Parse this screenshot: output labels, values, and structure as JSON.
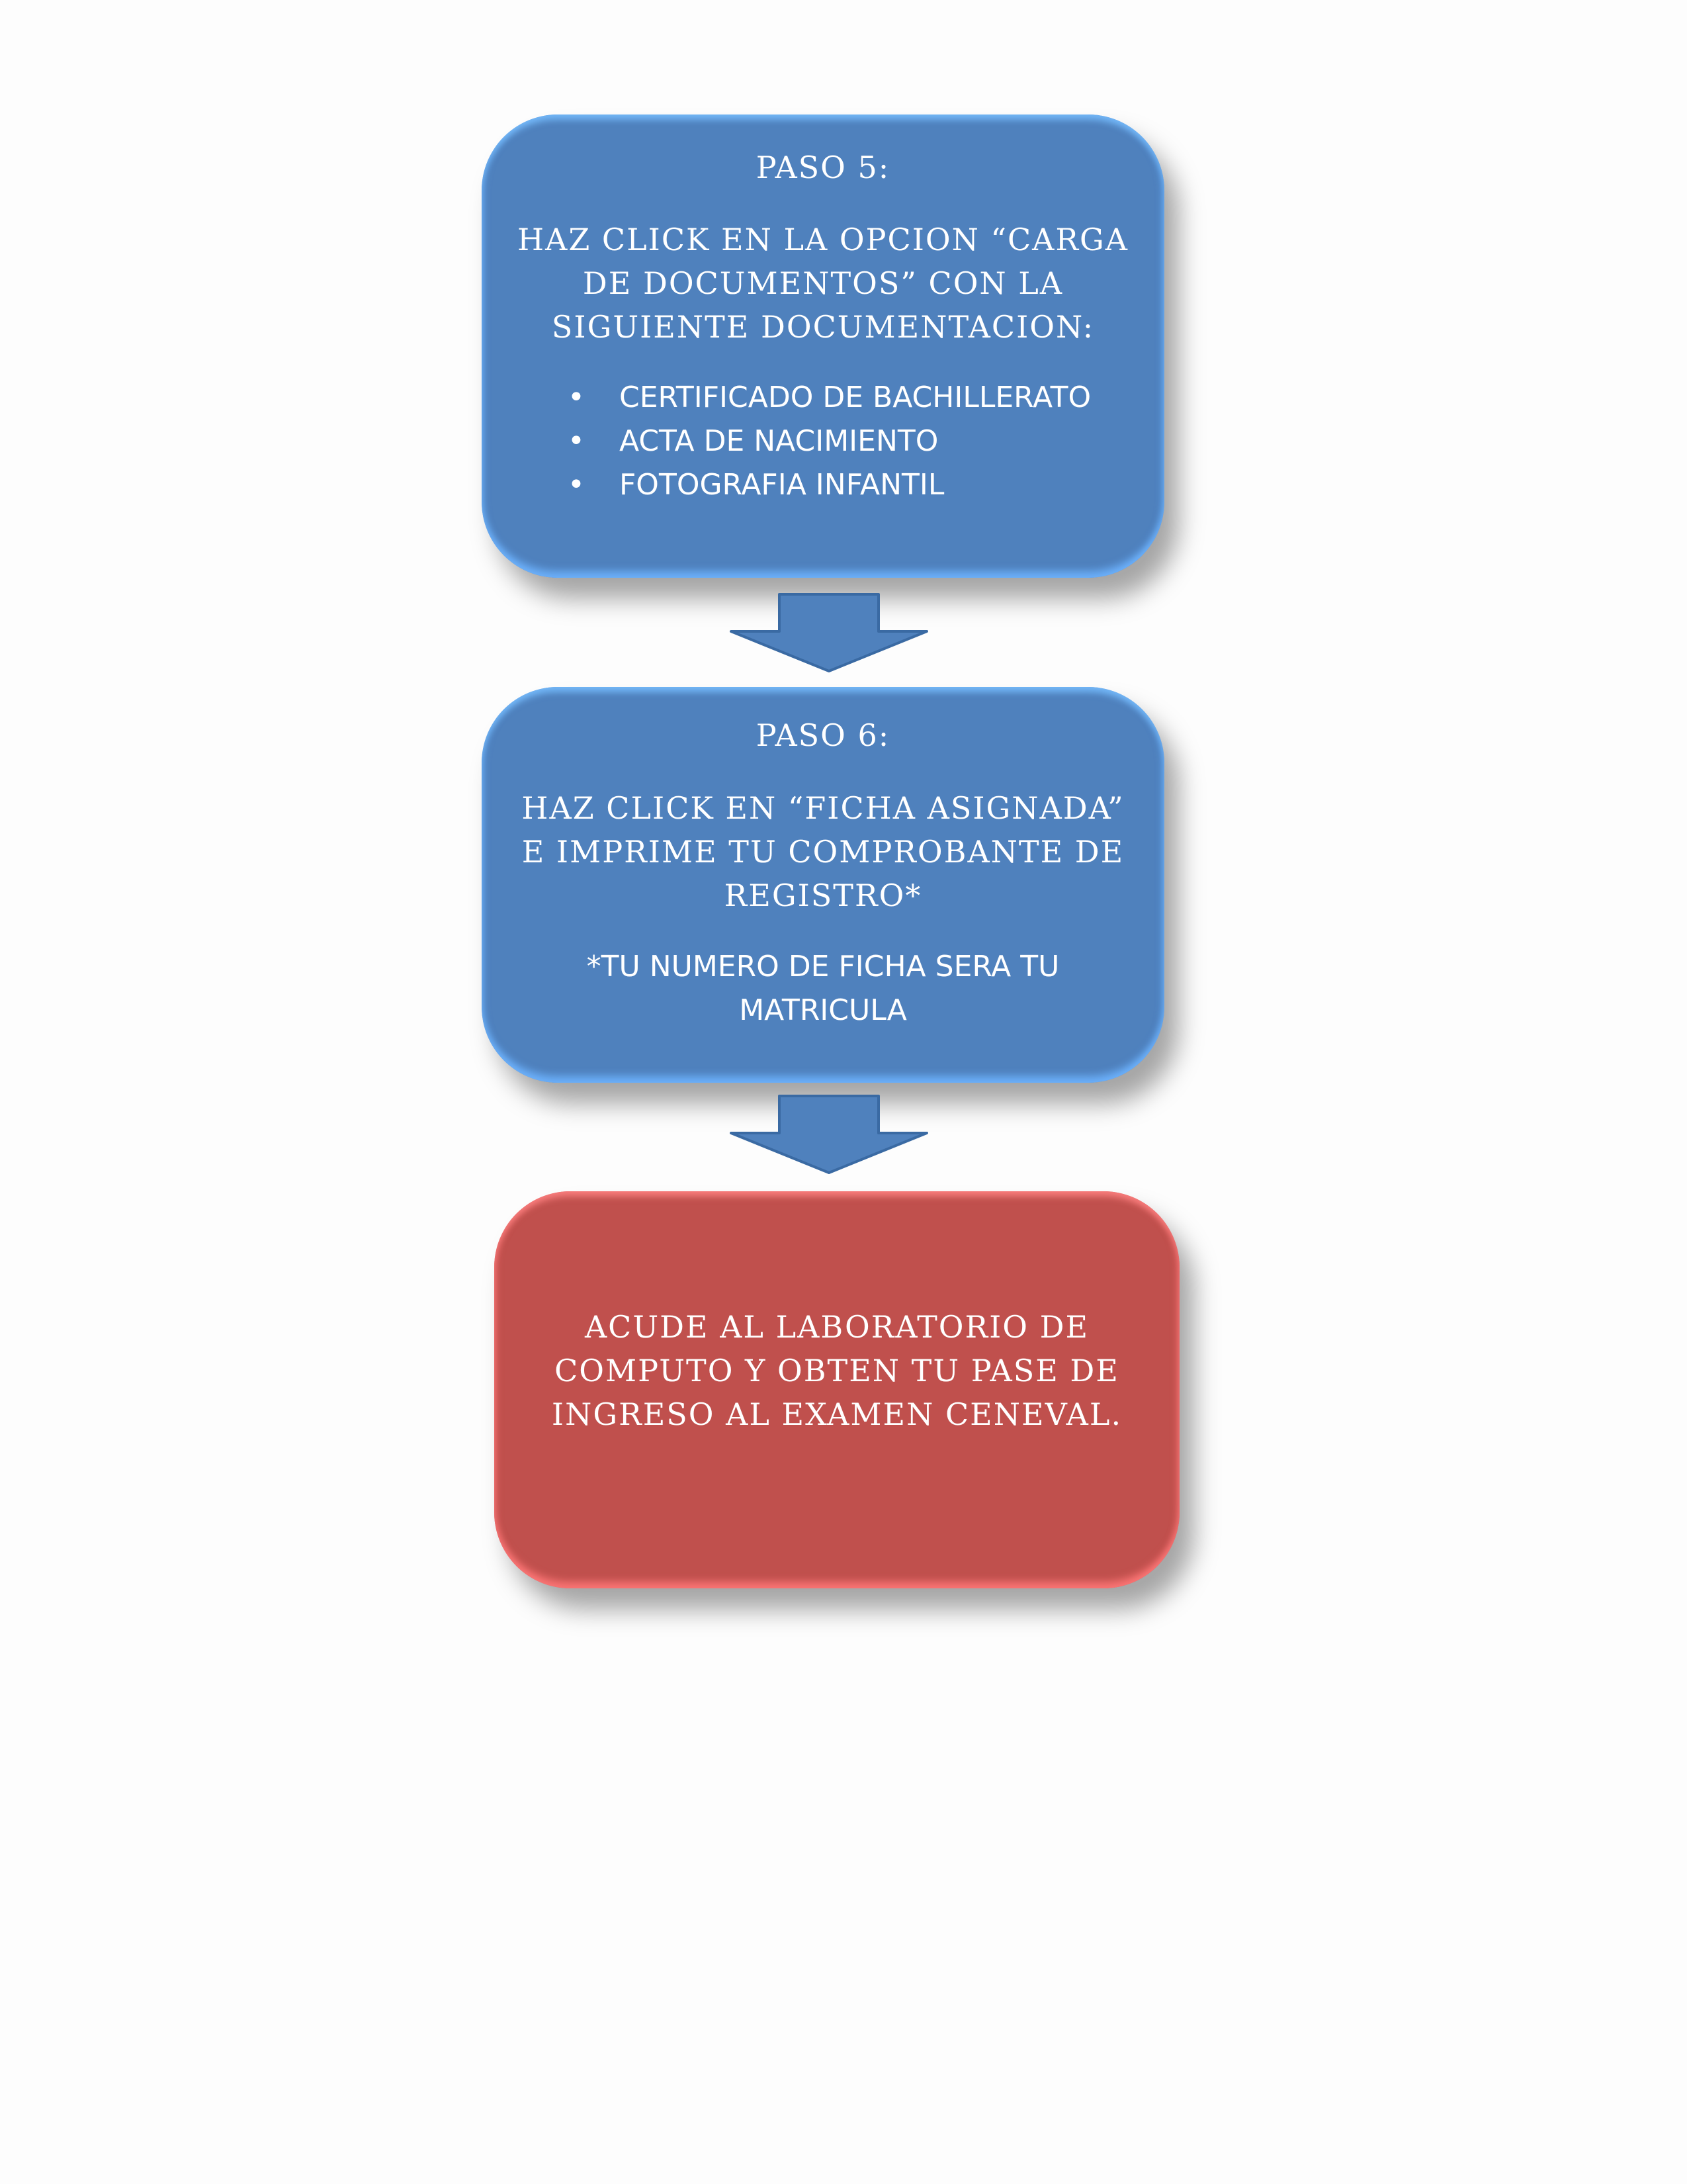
{
  "steps": [
    {
      "title": "PASO 5:",
      "text": "HAZ CLICK EN LA OPCION “CARGA DE DOCUMENTOS” CON LA SIGUIENTE DOCUMENTACION:",
      "items": [
        "CERTIFICADO DE BACHILLERATO",
        "ACTA DE NACIMIENTO",
        "FOTOGRAFIA INFANTIL"
      ]
    },
    {
      "title": "PASO 6:",
      "text": "HAZ CLICK EN “FICHA ASIGNADA” E IMPRIME TU COMPROBANTE DE REGISTRO*",
      "note": "*TU NUMERO DE FICHA SERA TU MATRICULA"
    }
  ],
  "final": {
    "text": "ACUDE AL LABORATORIO DE COMPUTO Y OBTEN TU PASE DE INGRESO AL EXAMEN CENEVAL."
  },
  "bullet_char": "•",
  "colors": {
    "step_box": "#4f81bd",
    "final_box": "#c0504d",
    "arrow": "#4f81bd",
    "arrow_outline": "#3a6aa3",
    "text": "#ffffff"
  }
}
